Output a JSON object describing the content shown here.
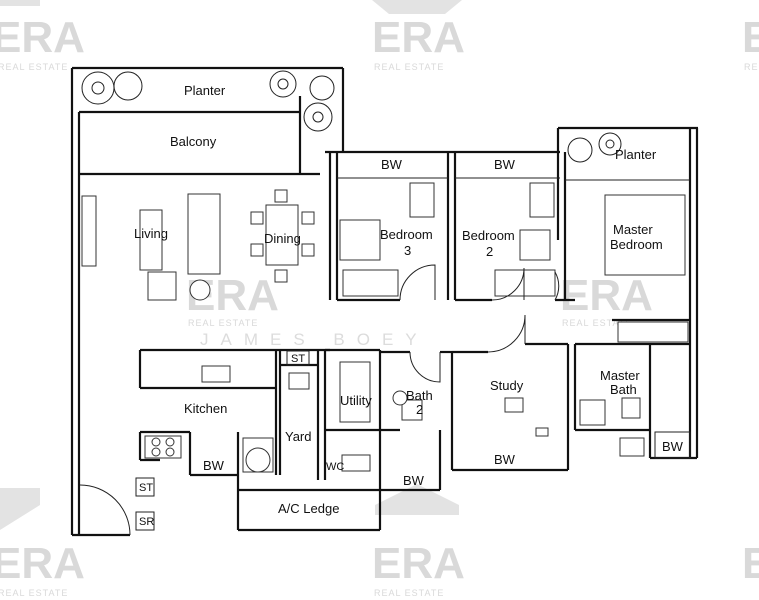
{
  "watermark": {
    "brand": "ERA",
    "brand_sub": "REAL ESTATE",
    "agent_name": "JAMES BOEY"
  },
  "rooms": {
    "planter_top": "Planter",
    "balcony": "Balcony",
    "living": "Living",
    "dining": "Dining",
    "bw_bedroom3": "BW",
    "bw_bedroom2": "BW",
    "planter_master": "Planter",
    "bedroom3_line1": "Bedroom",
    "bedroom3_line2": "3",
    "bedroom2_line1": "Bedroom",
    "bedroom2_line2": "2",
    "master_bedroom_line1": "Master",
    "master_bedroom_line2": "Bedroom",
    "kitchen": "Kitchen",
    "st_kitchen": "ST",
    "utility": "Utility",
    "bath2_line1": "Bath",
    "bath2_line2": "2",
    "study": "Study",
    "master_bath_line1": "Master",
    "master_bath_line2": "Bath",
    "yard": "Yard",
    "wc": "WC",
    "bw_kitchen": "BW",
    "st_entry": "ST",
    "sr_entry": "SR",
    "bw_bath": "BW",
    "bw_study": "BW",
    "bw_master": "BW",
    "ac_ledge": "A/C Ledge"
  }
}
